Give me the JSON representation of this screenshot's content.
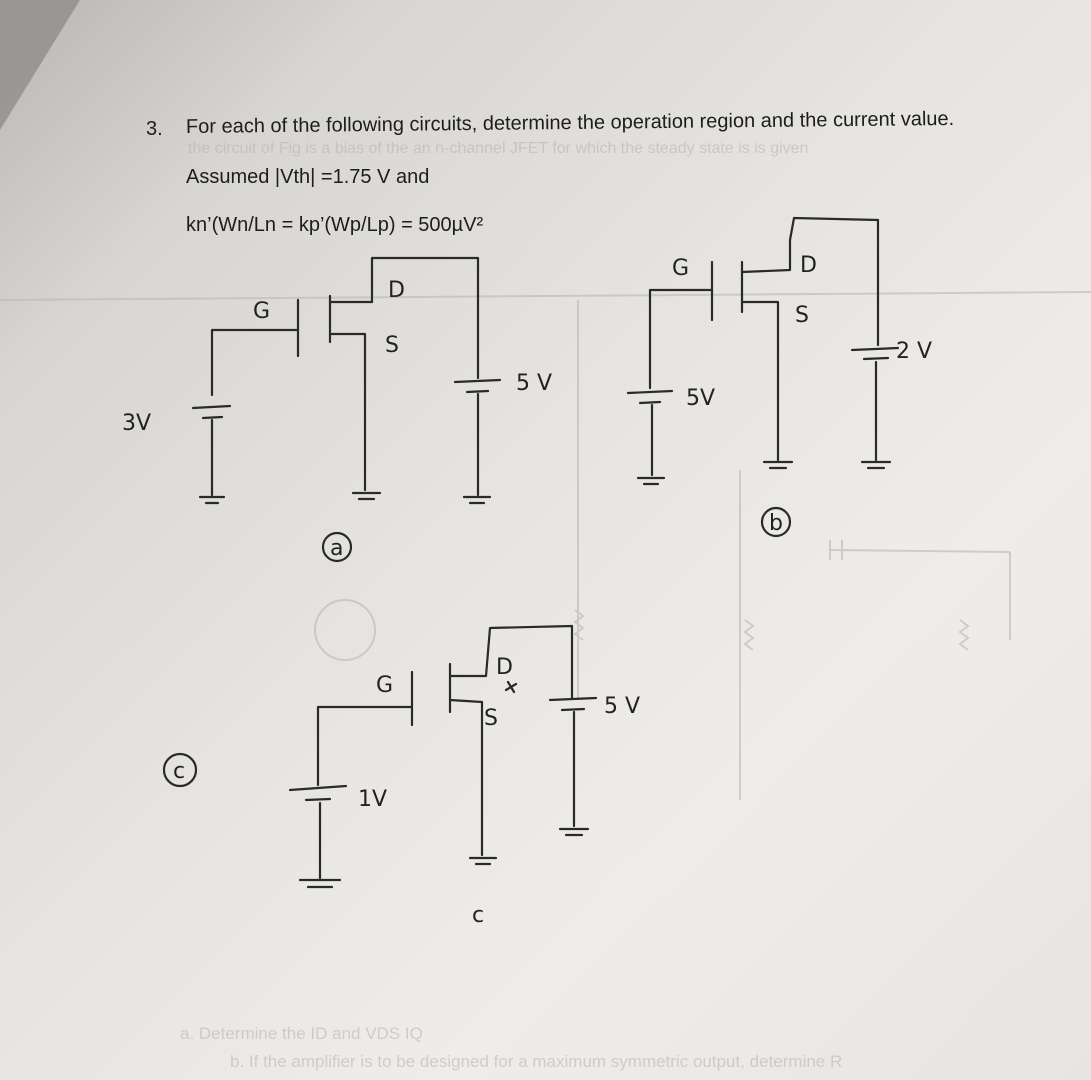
{
  "question": {
    "number": "3.",
    "line1": "For each of the following circuits, determine the operation region and the current value.",
    "line2": "Assumed |Vth| =1.75 V and",
    "line3": "kn’(Wn/Ln = kp’(Wp/Lp) = 500µV²"
  },
  "bleed_through": {
    "line_top": "the circuit of Fig is a bias of the an n-channel JFET for which the steady state is is given",
    "line_bottom_1": "a. Determine the ID and VDS IQ",
    "line_bottom_2": "b. If the amplifier is to be designed for a maximum symmetric output, determine R"
  },
  "circuit_a": {
    "id_label": "a",
    "gate_label": "G",
    "drain_label": "D",
    "source_label": "S",
    "gate_source_label": "3V",
    "drain_source_label": "5 V"
  },
  "circuit_b": {
    "id_label": "b",
    "gate_label": "G",
    "drain_label": "D",
    "source_label": "S",
    "gate_source_label": "5V",
    "drain_source_label": "2 V"
  },
  "circuit_c": {
    "id_label": "c",
    "gate_label": "G",
    "drain_label": "D",
    "source_label": "S",
    "gate_source_label": "1V",
    "drain_source_label": "5 V",
    "bottom_mark": "c"
  }
}
